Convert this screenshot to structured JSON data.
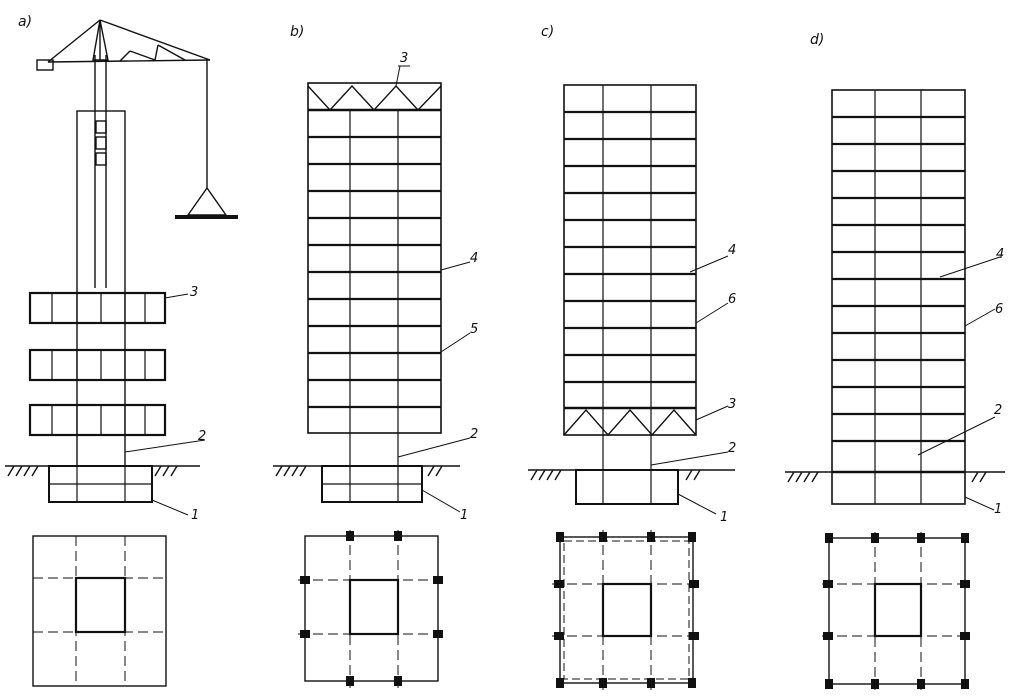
{
  "panels": {
    "a": {
      "title": "a)",
      "callouts": {
        "c1": "1",
        "c2": "2",
        "c3": "3"
      }
    },
    "b": {
      "title": "b)",
      "callouts": {
        "c1": "1",
        "c2": "2",
        "c3": "3",
        "c4": "4",
        "c5": "5"
      }
    },
    "c": {
      "title": "c)",
      "callouts": {
        "c1": "1",
        "c2": "2",
        "c3": "3",
        "c4": "4",
        "c6": "6"
      }
    },
    "d": {
      "title": "d)",
      "callouts": {
        "c1": "1",
        "c2": "2",
        "c4": "4",
        "c6": "6"
      }
    }
  }
}
